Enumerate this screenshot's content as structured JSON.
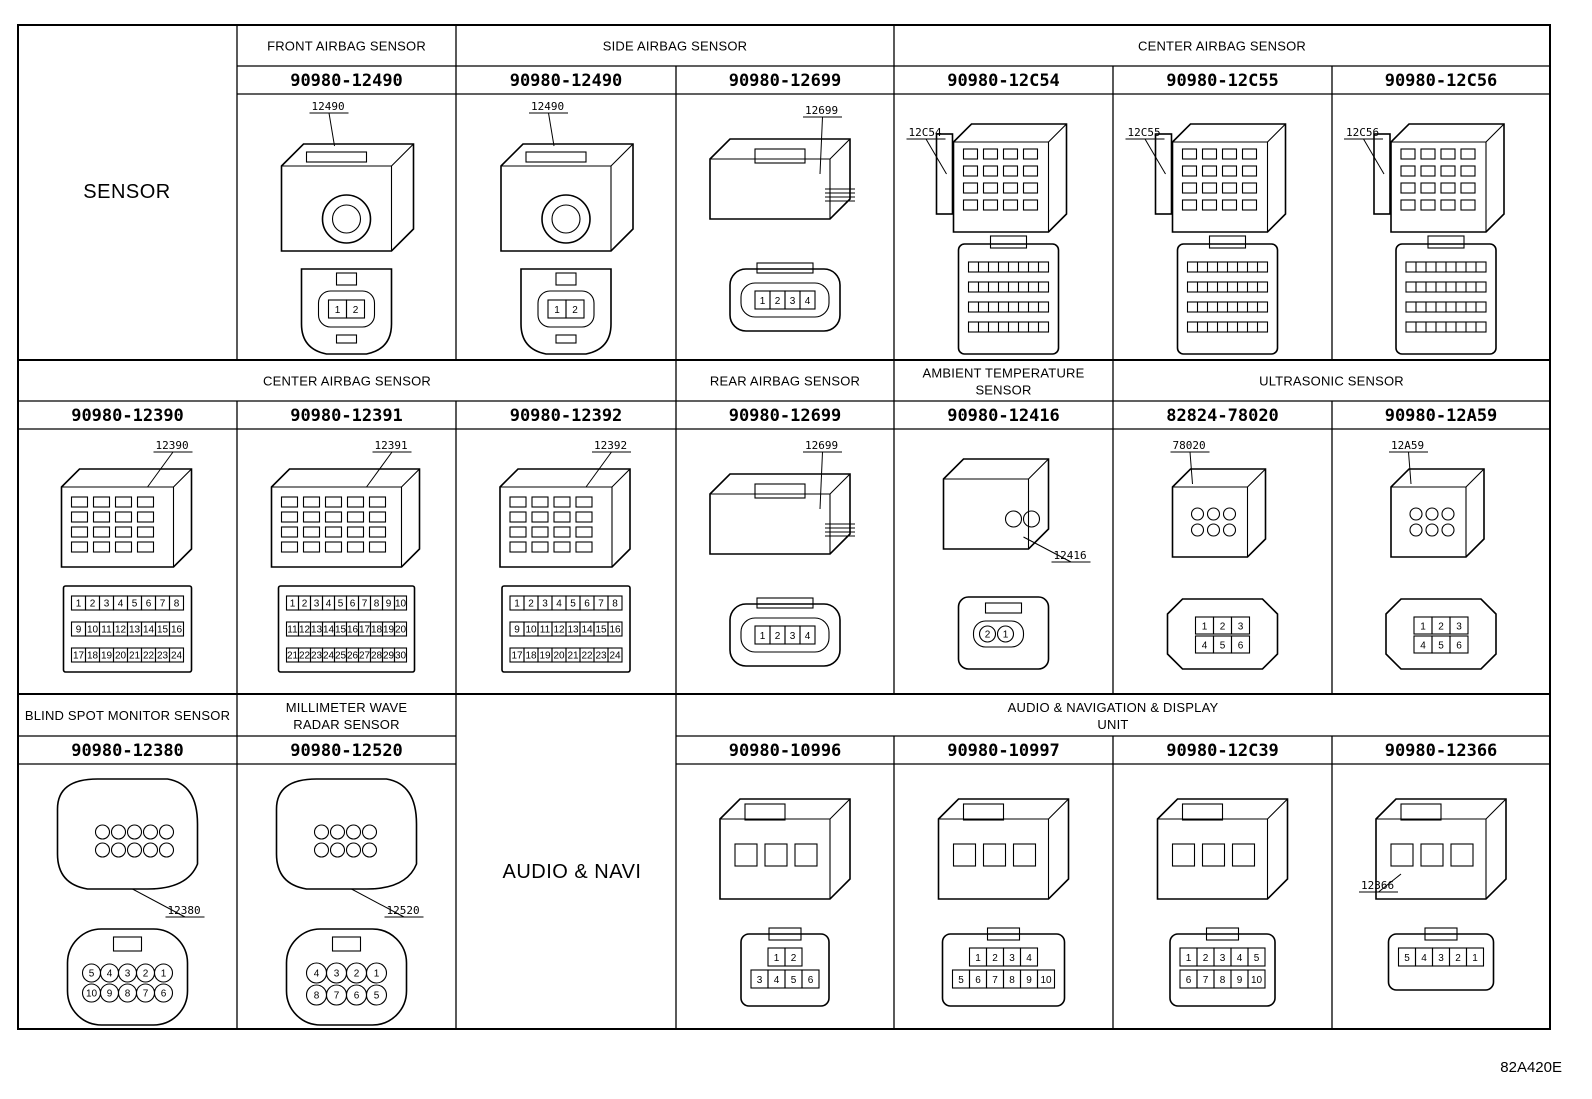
{
  "sensor_label": "SENSOR",
  "audio_label": "AUDIO & NAVI",
  "figure_code": "82A420E",
  "row1": {
    "headers": [
      {
        "id": "front",
        "lines": [
          "FRONT AIRBAG SENSOR"
        ]
      },
      {
        "id": "side",
        "lines": [
          "SIDE AIRBAG SENSOR"
        ]
      },
      {
        "id": "center",
        "lines": [
          "CENTER AIRBAG SENSOR"
        ]
      }
    ],
    "connectors": [
      {
        "part": "90980-12490",
        "callout": "12490",
        "style": "round2",
        "pins": [
          "1",
          "2"
        ]
      },
      {
        "part": "90980-12490",
        "callout": "12490",
        "style": "round2",
        "pins": [
          "1",
          "2"
        ]
      },
      {
        "part": "90980-12699",
        "callout": "12699",
        "style": "flat4",
        "pins": [
          "1",
          "2",
          "3",
          "4"
        ]
      },
      {
        "part": "90980-12C54",
        "callout": "12C54",
        "style": "block",
        "pins": []
      },
      {
        "part": "90980-12C55",
        "callout": "12C55",
        "style": "block",
        "pins": []
      },
      {
        "part": "90980-12C56",
        "callout": "12C56",
        "style": "block",
        "pins": []
      }
    ]
  },
  "row2": {
    "headers": [
      {
        "id": "center2",
        "lines": [
          "CENTER AIRBAG SENSOR"
        ]
      },
      {
        "id": "rear",
        "lines": [
          "REAR AIRBAG SENSOR"
        ]
      },
      {
        "id": "ambient",
        "lines": [
          "AMBIENT TEMPERATURE",
          "SENSOR"
        ]
      },
      {
        "id": "ultra",
        "lines": [
          "ULTRASONIC SENSOR"
        ]
      }
    ],
    "connectors": [
      {
        "part": "90980-12390",
        "callout": "12390",
        "style": "grid",
        "pin_rows": [
          [
            "1",
            "2",
            "3",
            "4",
            "5",
            "6",
            "7",
            "8"
          ],
          [
            "9",
            "10",
            "11",
            "12",
            "13",
            "14",
            "15",
            "16"
          ],
          [
            "17",
            "18",
            "19",
            "20",
            "21",
            "22",
            "23",
            "24"
          ]
        ]
      },
      {
        "part": "90980-12391",
        "callout": "12391",
        "style": "grid",
        "pin_rows": [
          [
            "1",
            "2",
            "3",
            "4",
            "5",
            "6",
            "7",
            "8",
            "9",
            "10"
          ],
          [
            "11",
            "12",
            "13",
            "14",
            "15",
            "16",
            "17",
            "18",
            "19",
            "20"
          ],
          [
            "21",
            "22",
            "23",
            "24",
            "25",
            "26",
            "27",
            "28",
            "29",
            "30"
          ]
        ]
      },
      {
        "part": "90980-12392",
        "callout": "12392",
        "style": "grid",
        "pin_rows": [
          [
            "1",
            "2",
            "3",
            "4",
            "5",
            "6",
            "7",
            "8"
          ],
          [
            "9",
            "10",
            "11",
            "12",
            "13",
            "14",
            "15",
            "16"
          ],
          [
            "17",
            "18",
            "19",
            "20",
            "21",
            "22",
            "23",
            "24"
          ]
        ]
      },
      {
        "part": "90980-12699",
        "callout": "12699",
        "style": "flat4",
        "pins": [
          "1",
          "2",
          "3",
          "4"
        ]
      },
      {
        "part": "90980-12416",
        "callout": "12416",
        "style": "ambient",
        "pins": [
          "2",
          "1"
        ]
      },
      {
        "part": "82824-78020",
        "callout": "78020",
        "style": "hex6",
        "pin_rows": [
          [
            "1",
            "2",
            "3"
          ],
          [
            "4",
            "5",
            "6"
          ]
        ]
      },
      {
        "part": "90980-12A59",
        "callout": "12A59",
        "style": "hex6",
        "pin_rows": [
          [
            "1",
            "2",
            "3"
          ],
          [
            "4",
            "5",
            "6"
          ]
        ]
      }
    ]
  },
  "row3": {
    "headers": [
      {
        "id": "bsm",
        "lines": [
          "BLIND SPOT MONITOR SENSOR"
        ]
      },
      {
        "id": "mmw",
        "lines": [
          "MILLIMETER WAVE",
          "RADAR SENSOR"
        ]
      },
      {
        "id": "anu",
        "lines": [
          "AUDIO & NAVIGATION & DISPLAY",
          "UNIT"
        ]
      }
    ],
    "connectors": [
      {
        "part": "90980-12380",
        "callout": "12380",
        "style": "round10",
        "pin_rows": [
          [
            "5",
            "4",
            "3",
            "2",
            "1"
          ],
          [
            "10",
            "9",
            "8",
            "7",
            "6"
          ]
        ]
      },
      {
        "part": "90980-12520",
        "callout": "12520",
        "style": "round8",
        "pin_rows": [
          [
            "4",
            "3",
            "2",
            "1"
          ],
          [
            "8",
            "7",
            "6",
            "5"
          ]
        ]
      },
      {
        "part": "90980-10996",
        "callout": "",
        "style": "box6",
        "pin_rows": [
          [
            "1",
            "2"
          ],
          [
            "3",
            "4",
            "5",
            "6"
          ]
        ]
      },
      {
        "part": "90980-10997",
        "callout": "",
        "style": "box10",
        "pin_rows": [
          [
            "1",
            "2",
            "3",
            "4"
          ],
          [
            "5",
            "6",
            "7",
            "8",
            "9",
            "10"
          ]
        ]
      },
      {
        "part": "90980-12C39",
        "callout": "",
        "style": "box10b",
        "pin_rows": [
          [
            "1",
            "2",
            "3",
            "4",
            "5"
          ],
          [
            "6",
            "7",
            "8",
            "9",
            "10"
          ]
        ]
      },
      {
        "part": "90980-12366",
        "callout": "12366",
        "style": "box5",
        "pins": [
          "5",
          "4",
          "3",
          "2",
          "1"
        ]
      }
    ]
  }
}
